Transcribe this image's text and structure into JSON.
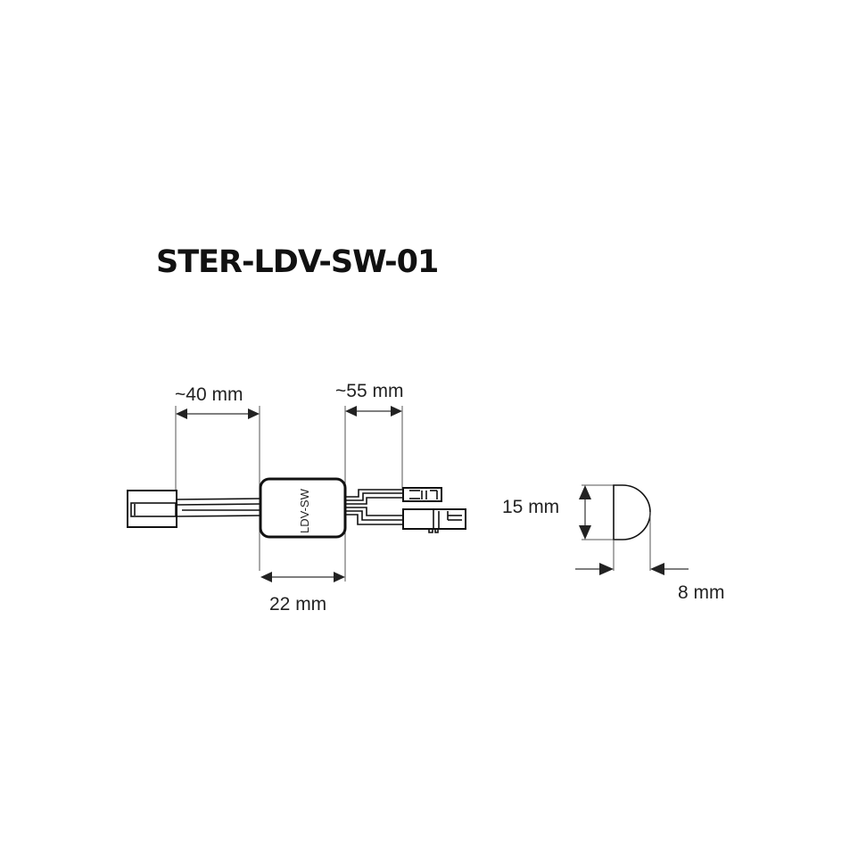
{
  "title": "STER-LDV-SW-01",
  "module": {
    "label": "LDV-SW"
  },
  "dimensions": {
    "left_cable": "~40 mm",
    "right_cable": "~55 mm",
    "module_length": "22 mm",
    "cap_height": "15 mm",
    "cap_depth": "8 mm"
  },
  "colors": {
    "line": "#111111",
    "text": "#222222",
    "background": "#ffffff"
  }
}
